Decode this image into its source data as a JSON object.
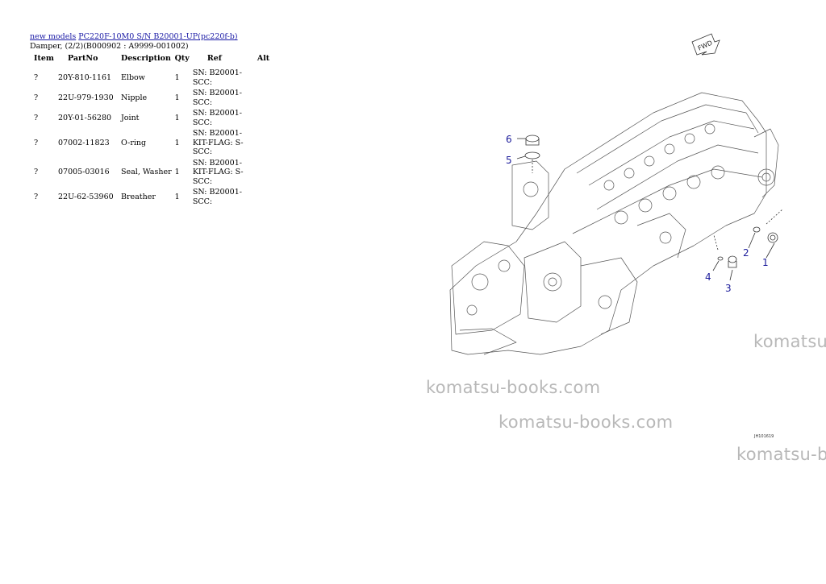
{
  "breadcrumb": {
    "link1": "new models",
    "link2": "PC220F-10M0 S/N B20001-UP(pc220f-b)"
  },
  "subtitle": "Damper, (2/2)(B000902 : A9999-001002)",
  "table": {
    "headers": [
      "Item",
      "PartNo",
      "Description",
      "Qty",
      "Ref",
      "Alt"
    ],
    "rows": [
      {
        "item": "?",
        "partno": "20Y-810-1161",
        "description": "Elbow",
        "qty": "1",
        "ref": "SN: B20001-SCC:",
        "alt": ""
      },
      {
        "item": "?",
        "partno": "22U-979-1930",
        "description": "Nipple",
        "qty": "1",
        "ref": "SN: B20001-SCC:",
        "alt": ""
      },
      {
        "item": "?",
        "partno": "20Y-01-56280",
        "description": "Joint",
        "qty": "1",
        "ref": "SN: B20001-SCC:",
        "alt": ""
      },
      {
        "item": "?",
        "partno": "07002-11823",
        "description": "O-ring",
        "qty": "1",
        "ref": "SN: B20001-KIT-FLAG: S-SCC:",
        "alt": ""
      },
      {
        "item": "?",
        "partno": "07005-03016",
        "description": "Seal, Washer",
        "qty": "1",
        "ref": "SN: B20001-KIT-FLAG: S-SCC:",
        "alt": ""
      },
      {
        "item": "?",
        "partno": "22U-62-53960",
        "description": "Breather",
        "qty": "1",
        "ref": "SN: B20001-SCC:",
        "alt": ""
      }
    ]
  },
  "diagram": {
    "fwd_label": "FWD",
    "callouts": [
      "1",
      "2",
      "3",
      "4",
      "5",
      "6"
    ],
    "figure_code": "JH101619",
    "line_color": "#555555",
    "callout_color": "#1a1a9a"
  },
  "watermarks": [
    "komatsu-books.com",
    "komatsu-books.com",
    "komatsu",
    "komatsu-b"
  ]
}
